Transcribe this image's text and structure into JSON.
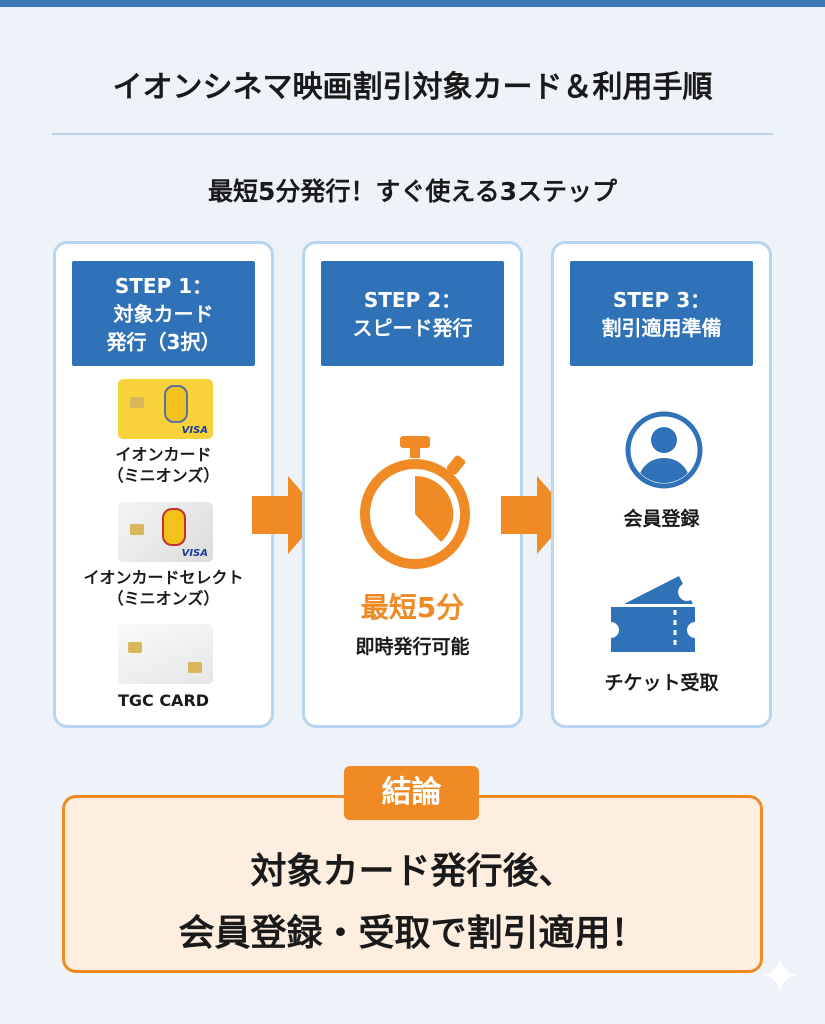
{
  "title": "イオンシネマ映画割引対象カード＆利用手順",
  "subtitle": "最短5分発行！すぐ使える3ステップ",
  "steps": [
    {
      "header": [
        "STEP 1：",
        "対象カード",
        "発行（3択）"
      ],
      "cards": [
        {
          "label": [
            "イオンカード",
            "（ミニオンズ）"
          ],
          "brand": "VISA"
        },
        {
          "label": [
            "イオンカードセレクト",
            "（ミニオンズ）"
          ],
          "brand": "VISA"
        },
        {
          "label": [
            "TGC CARD"
          ]
        }
      ]
    },
    {
      "header": [
        "STEP 2：",
        "スピード発行"
      ],
      "highlight": "最短5分",
      "caption": "即時発行可能",
      "icon": "stopwatch-icon"
    },
    {
      "header": [
        "STEP 3：",
        "割引適用準備"
      ],
      "items": [
        {
          "icon": "user-icon",
          "label": "会員登録"
        },
        {
          "icon": "ticket-icon",
          "label": "チケット受取"
        }
      ]
    }
  ],
  "conclusion": {
    "tag": "結論",
    "lines": [
      "対象カード発行後、",
      "会員登録・受取で割引適用！"
    ]
  },
  "colors": {
    "blue": "#2f72b8",
    "orange": "#ef8a24",
    "bg": "#eef3f9"
  }
}
